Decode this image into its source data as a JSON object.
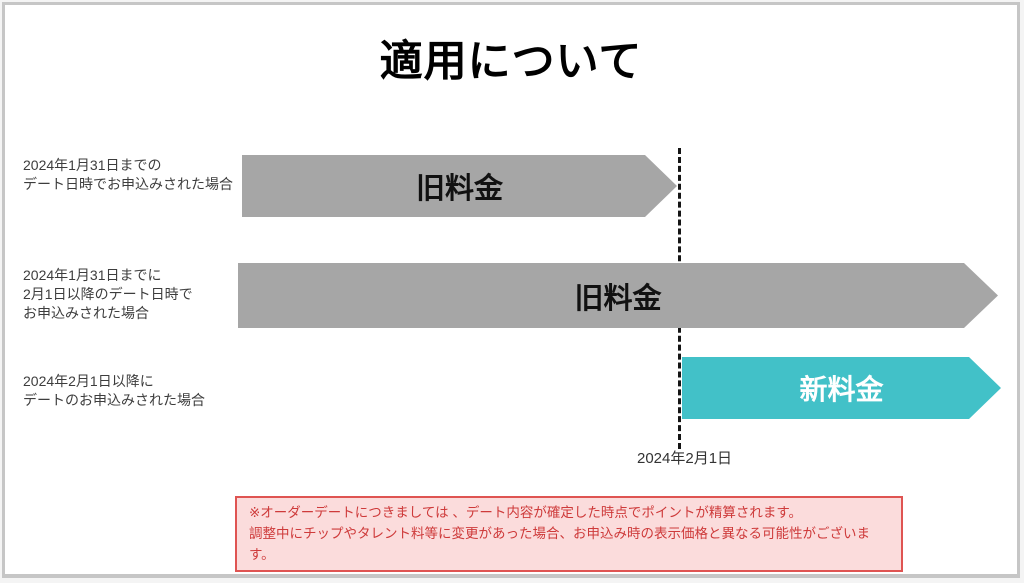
{
  "title": "適用について",
  "colors": {
    "old_fee": "#a6a6a6",
    "new_fee": "#42c1c8",
    "note_border": "#df5452",
    "note_bg": "#fbdcdc",
    "note_text": "#ce3a3a"
  },
  "rows": [
    {
      "label_lines": [
        "2024年1月31日までの",
        "デート日時でお申込みされた場合"
      ],
      "arrow_label": "旧料金",
      "period": "until boundary"
    },
    {
      "label_lines": [
        "2024年1月31日までに",
        "2月1日以降のデート日時で",
        "お申込みされた場合"
      ],
      "arrow_label": "旧料金",
      "period": "crosses boundary"
    },
    {
      "label_lines": [
        "2024年2月1日以降に",
        "デートのお申込みされた場合"
      ],
      "arrow_label": "新料金",
      "period": "after boundary"
    }
  ],
  "timeline": {
    "boundary_date": "2024年2月1日"
  },
  "note": {
    "lines": [
      "※オーダーデートにつきましては 、デート内容が確定した時点でポイントが精算されます。",
      "調整中にチップやタレント料等に変更があった場合、お申込み時の表示価格と異なる可能性がございます。"
    ]
  }
}
